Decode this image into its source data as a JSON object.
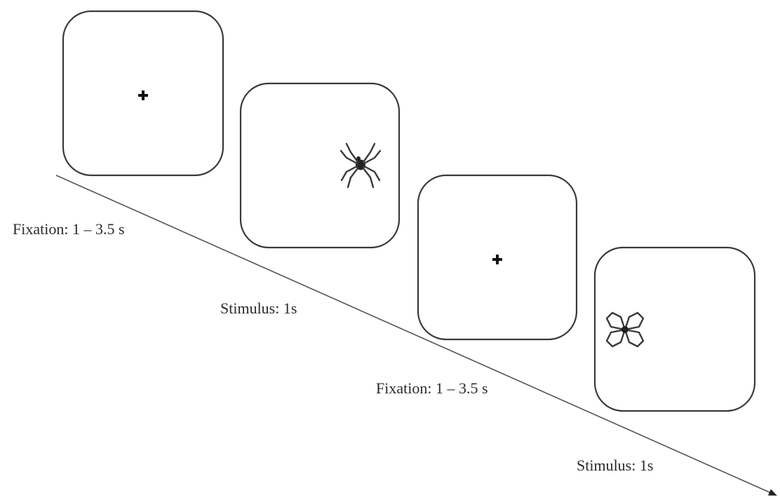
{
  "trial_sequence": [
    {
      "phase": "fixation",
      "label": "Fixation: 1 – 3.5 s",
      "stimulus_icon": "fixation-cross-icon"
    },
    {
      "phase": "stimulus",
      "label": "Stimulus: 1s",
      "stimulus_icon": "spider-icon"
    },
    {
      "phase": "fixation",
      "label": "Fixation: 1 – 3.5 s",
      "stimulus_icon": "fixation-cross-icon"
    },
    {
      "phase": "stimulus",
      "label": "Stimulus: 1s",
      "stimulus_icon": "flower-icon"
    }
  ],
  "colors": {
    "frame_stroke": "#3a3a3a",
    "timeline": "#555555",
    "text": "#2a2a2a"
  }
}
